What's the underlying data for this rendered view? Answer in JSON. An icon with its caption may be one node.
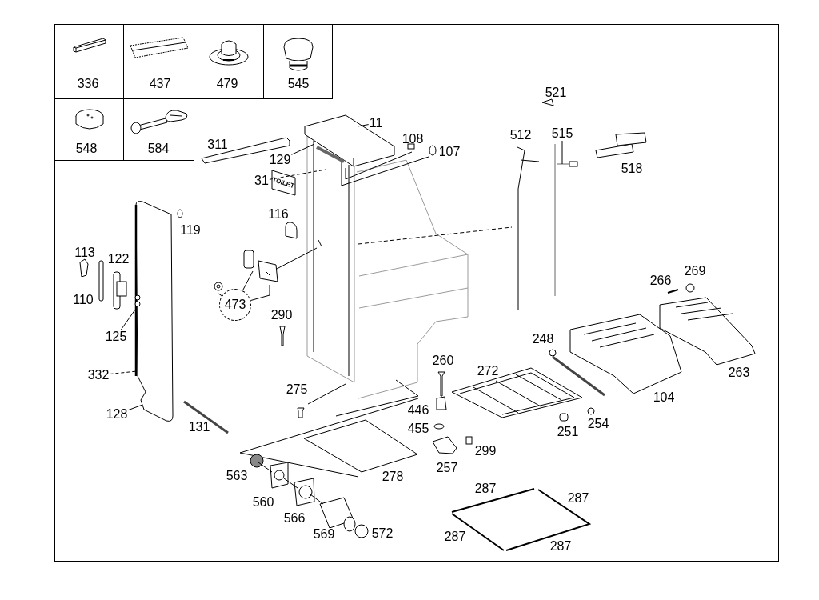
{
  "diagram": {
    "nodes": [
      {
        "text": [
          "11"
        ]
      },
      {
        "text": [
          "515"
        ]
      },
      {
        "text": [
          "129"
        ]
      },
      {
        "text": [
          "31"
        ]
      },
      {
        "text": [
          "473"
        ]
      },
      {
        "text": [
          "125"
        ]
      },
      {
        "text": [
          "332"
        ]
      },
      {
        "text": [
          "128"
        ]
      }
    ],
    "edges": [
      {
        "from": 0,
        "to": null,
        "arrow": "none"
      },
      {
        "from": 1,
        "to": null,
        "arrow": "none"
      },
      {
        "from": 2,
        "to": null,
        "arrow": "none"
      },
      {
        "from": 3,
        "to": null,
        "arrow": "none",
        "style": "dashed"
      },
      {
        "from": 4,
        "to": null,
        "arrow": "none"
      },
      {
        "from": 4,
        "to": null,
        "arrow": "none"
      },
      {
        "from": 4,
        "to": null,
        "arrow": "none"
      },
      {
        "from": 5,
        "to": null,
        "arrow": "none"
      },
      {
        "from": 6,
        "to": null,
        "arrow": "none",
        "style": "dashed"
      },
      {
        "from": 7,
        "to": null,
        "arrow": "none"
      }
    ],
    "labels": [
      "336",
      "437",
      "479",
      "545",
      "548",
      "584",
      "311",
      "108",
      "521",
      "512",
      "107",
      "518",
      "TOILET",
      "116",
      "119",
      "113",
      "122",
      "266",
      "269",
      "110",
      "290",
      "248",
      "260",
      "272",
      "263",
      "275",
      "104",
      "446",
      "131",
      "455",
      "251",
      "254",
      "299",
      "257",
      "563",
      "278",
      "287",
      "287",
      "560",
      "566",
      "569",
      "572",
      "287",
      "287"
    ]
  }
}
